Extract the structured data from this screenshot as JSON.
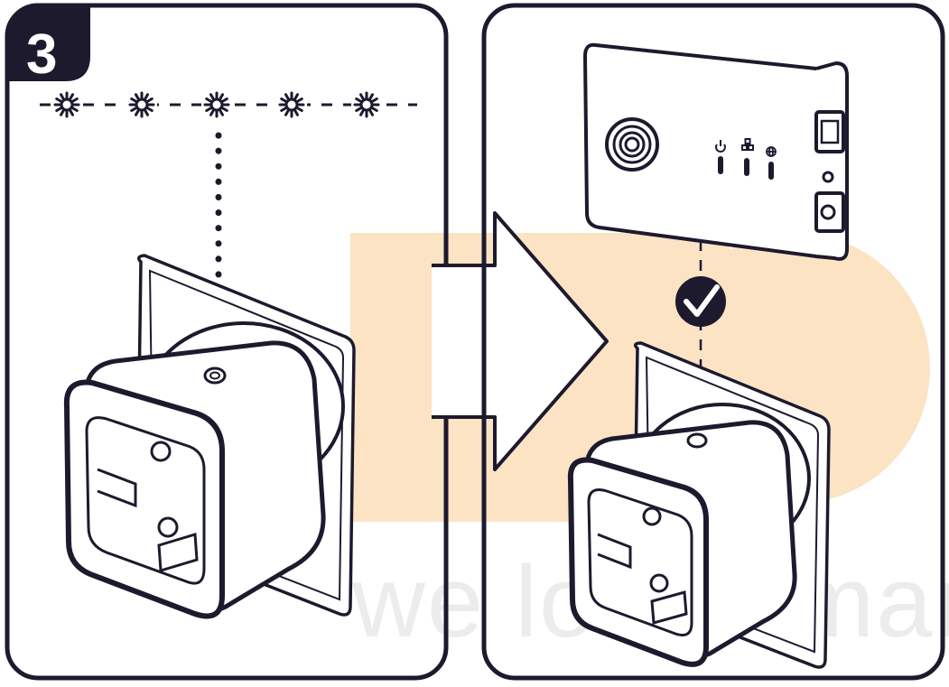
{
  "step": {
    "number": "3"
  },
  "watermark": {
    "text": "we love smart"
  },
  "colors": {
    "ink": "#1d1a2e",
    "background": "#ffffff",
    "watermark_orange": "#fbe3c4",
    "watermark_text": "#e9e9e9"
  },
  "icons": {
    "blinking_led": "sun-burst-icon",
    "router_status": [
      "power-icon",
      "network-icon",
      "globe-icon"
    ],
    "confirmation": "checkmark-icon",
    "transition": "arrow-right-icon"
  },
  "blink_count": 5
}
